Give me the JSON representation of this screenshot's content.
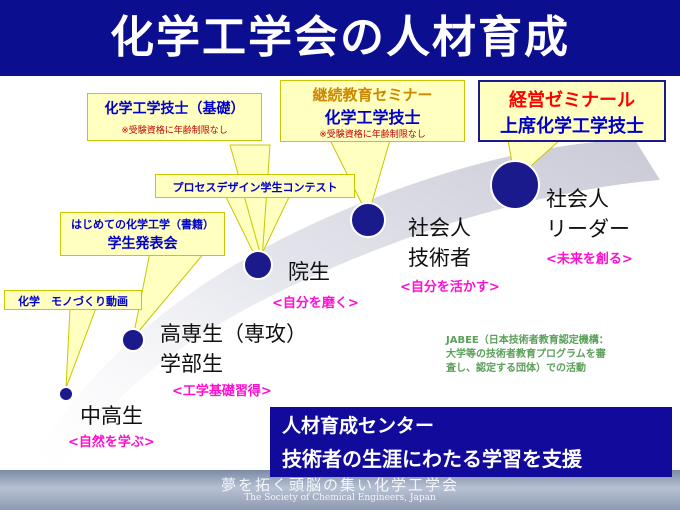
{
  "title": "化学工学会の人材育成",
  "stages": [
    {
      "label_lines": [
        "中高生"
      ],
      "motto": "<自然を学ぶ>"
    },
    {
      "label_lines": [
        "高専生（専攻）",
        "学部生"
      ],
      "motto": "<工学基礎習得>"
    },
    {
      "label_lines": [
        "院生"
      ],
      "motto": "<自分を磨く>"
    },
    {
      "label_lines": [
        "社会人",
        "技術者"
      ],
      "motto": "<自分を活かす>"
    },
    {
      "label_lines": [
        "社会人",
        "リーダー"
      ],
      "motto": "<未来を創る>"
    }
  ],
  "programs": {
    "monozukuri": "化学　モノづくり動画",
    "hajimete": "はじめての化学工学（書籍）",
    "student_presentation": "学生発表会",
    "process_design": "プロセスデザイン学生コンテスト",
    "basic": "化学工学技士（基礎）",
    "basic_note": "※受験資格に年齢制限なし",
    "continuing_seminar": "継続教育セミナー",
    "engineer": "化学工学技士",
    "engineer_note": "※受験資格に年齢制限なし",
    "management_seminar": "経営ゼミナール",
    "senior_engineer": "上席化学工学技士"
  },
  "jabee_lines": [
    "JABEE（日本技術者教育認定機構：",
    "大学等の技術者教育プログラムを審",
    "査し、認定する団体）での活動"
  ],
  "center": {
    "title": "人材育成センター",
    "subtitle": "技術者の生涯にわたる学習を支援"
  },
  "footer": {
    "main": "夢を拓く頭脳の集い化学工学会",
    "sub": "The Society of Chemical Engineers, Japan"
  },
  "colors": {
    "title_bg": "#0b0f8f",
    "node": "#1a1a8c",
    "callout_bg": "#ffffc0",
    "callout_border": "#c8c800",
    "program_text": "#0000cc",
    "motto": "#ff10d0",
    "note": "#c00000",
    "management": "#ff0000",
    "continuing": "#cc8800"
  }
}
